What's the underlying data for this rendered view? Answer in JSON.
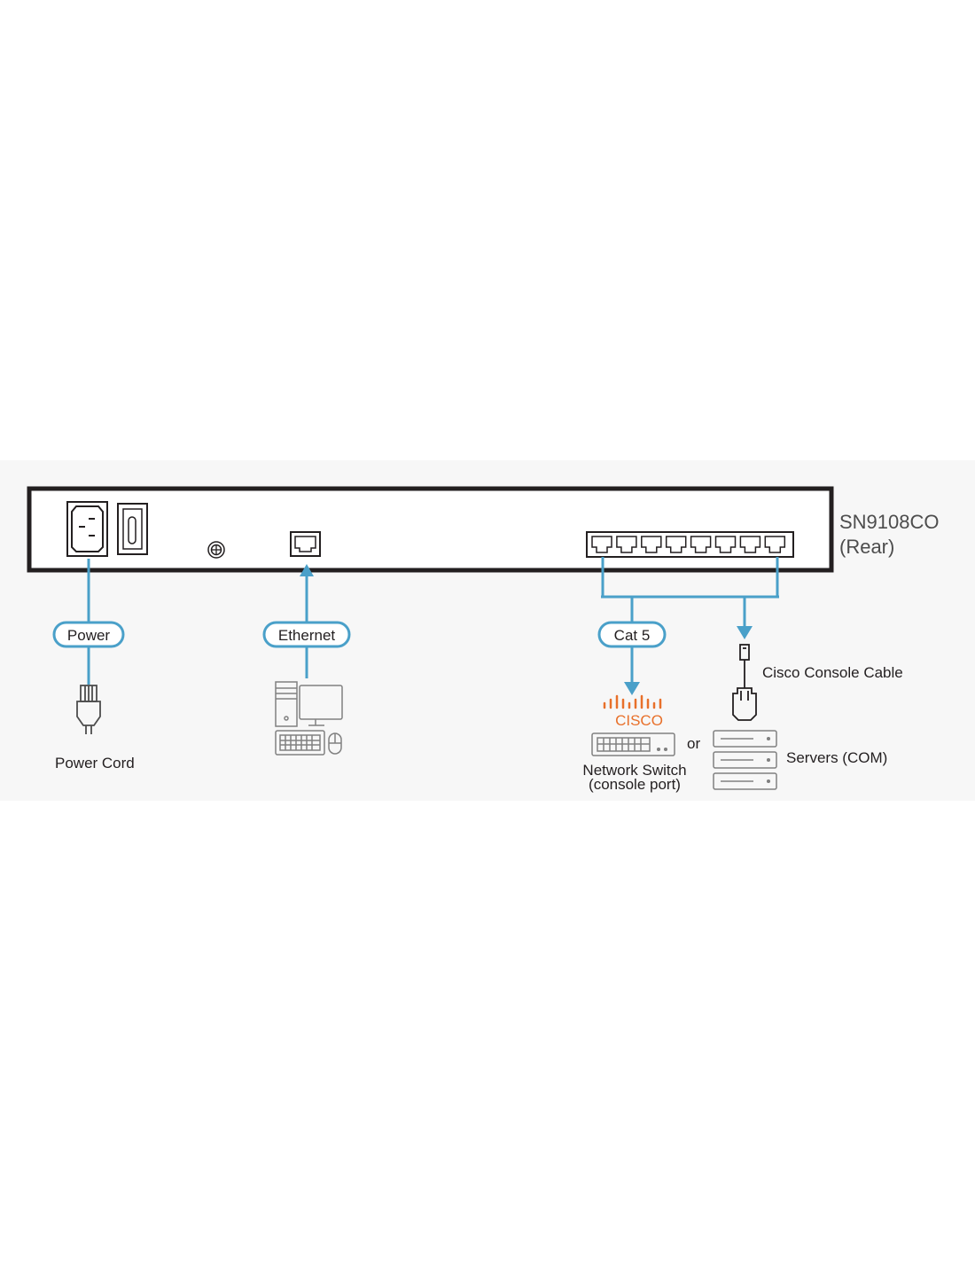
{
  "device": {
    "model": "SN9108CO",
    "view": "(Rear)"
  },
  "connections": {
    "power": "Power",
    "ethernet": "Ethernet",
    "cat5": "Cat 5"
  },
  "peripherals": {
    "power_cord": "Power Cord",
    "cisco_logo": "CISCO",
    "network_switch_line1": "Network Switch",
    "network_switch_line2": "(console port)",
    "or": "or",
    "console_cable": "Cisco Console Cable",
    "servers": "Servers (COM)"
  },
  "colors": {
    "line": "#4aa0c9",
    "cisco": "#e8702a",
    "device_frame": "#231f20",
    "panel_bg": "#f7f7f7"
  },
  "rj45_port_count": 8
}
